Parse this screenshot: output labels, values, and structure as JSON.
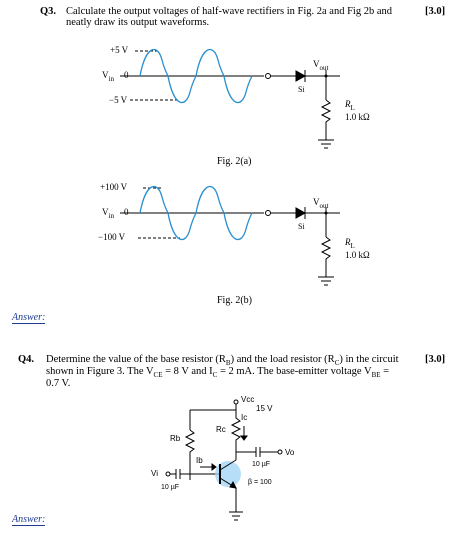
{
  "q3": {
    "number": "Q3.",
    "line1": "Calculate the output voltages of half-wave rectifiers in Fig. 2a and Fig 2b and",
    "line2": "neatly draw its output waveforms.",
    "marks": "[3.0]"
  },
  "fig2a": {
    "plus": "+5 V",
    "vin": "V",
    "vin_sub": "in",
    "zero": "0",
    "minus": "−5 V",
    "vout": "V",
    "vout_sub": "out",
    "diode": "Si",
    "rl": "R",
    "rl_sub": "L",
    "rl_value": "1.0 kΩ",
    "caption": "Fig. 2(a)"
  },
  "fig2b": {
    "plus": "+100 V",
    "vin": "V",
    "vin_sub": "in",
    "zero": "0",
    "minus": "−100 V",
    "vout": "V",
    "vout_sub": "out",
    "diode": "Si",
    "rl": "R",
    "rl_sub": "L",
    "rl_value": "1.0 kΩ",
    "caption": "Fig. 2(b)"
  },
  "answer1": "Answer:",
  "q4": {
    "number": "Q4.",
    "line1": "Determine the value of the base resistor (R",
    "line1_b": "B",
    "line1_c": ") and the load resistor (R",
    "line1_d": "C",
    "line1_e": ") in the circuit",
    "line2": "shown in Figure 3. The V",
    "line2_ce": "CE",
    "line2_b": " = 8 V and I",
    "line2_c": "C",
    "line2_d": " = 2 mA. The base-emitter voltage V",
    "line2_be": "BE",
    "line2_e": " =",
    "line3": "0.7 V.",
    "marks": "[3.0]"
  },
  "fig3": {
    "vcc": "Vcc",
    "supply": "15 V",
    "ic": "Ic",
    "rc": "Rc",
    "rb": "Rb",
    "ib": "Ib",
    "vo": "Vo",
    "vi": "Vi",
    "cap_out": "10 µF",
    "cap_in": "10 µF",
    "beta": "β = 100"
  },
  "answer2": "Answer:"
}
